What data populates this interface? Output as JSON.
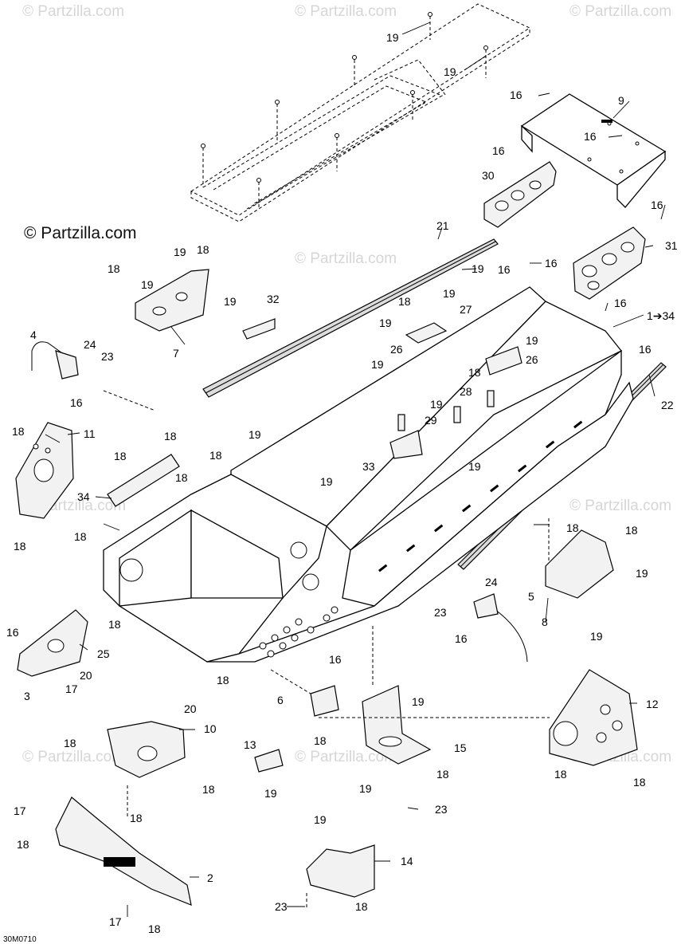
{
  "watermark_text": "© Partzilla.com",
  "brand_text": "© Partzilla.com",
  "figure_code": "30M0710",
  "callouts": {
    "c1": "19",
    "c2": "19",
    "c3": "16",
    "c4": "9",
    "c5": "16",
    "c6": "16",
    "c7": "30",
    "c8": "16",
    "c9": "31",
    "c10": "21",
    "c11": "19",
    "c12": "16",
    "c13": "16",
    "c14": "19",
    "c15": "18",
    "c16": "18",
    "c17": "19",
    "c18": "7",
    "c19": "19",
    "c20": "32",
    "c21": "4",
    "c22": "24",
    "c23": "23",
    "c24": "16",
    "c25": "19",
    "c26": "18",
    "c27": "27",
    "c28": "19",
    "c29": "26",
    "c30": "16",
    "c31": "1➔34",
    "c32": "19",
    "c33": "19",
    "c34": "18",
    "c35": "26",
    "c36": "16",
    "c37": "22",
    "c38": "28",
    "c39": "19",
    "c40": "29",
    "c41": "33",
    "c42": "18",
    "c43": "11",
    "c44": "18",
    "c45": "18",
    "c46": "18",
    "c47": "19",
    "c48": "19",
    "c49": "34",
    "c50": "19",
    "c51": "18",
    "c52": "18",
    "c53": "18",
    "c54": "18",
    "c55": "18",
    "c56": "19",
    "c57": "8",
    "c58": "19",
    "c59": "24",
    "c60": "23",
    "c61": "5",
    "c62": "16",
    "c63": "16",
    "c64": "25",
    "c65": "20",
    "c66": "17",
    "c67": "3",
    "c68": "18",
    "c69": "16",
    "c70": "6",
    "c71": "18",
    "c72": "19",
    "c73": "15",
    "c74": "20",
    "c75": "10",
    "c76": "18",
    "c77": "13",
    "c78": "18",
    "c79": "18",
    "c80": "19",
    "c81": "18",
    "c82": "23",
    "c83": "18",
    "c84": "12",
    "c85": "18",
    "c86": "18",
    "c87": "17",
    "c88": "18",
    "c89": "2",
    "c90": "19",
    "c91": "14",
    "c92": "23",
    "c93": "18",
    "c94": "17",
    "c95": "18",
    "c96": "19"
  }
}
